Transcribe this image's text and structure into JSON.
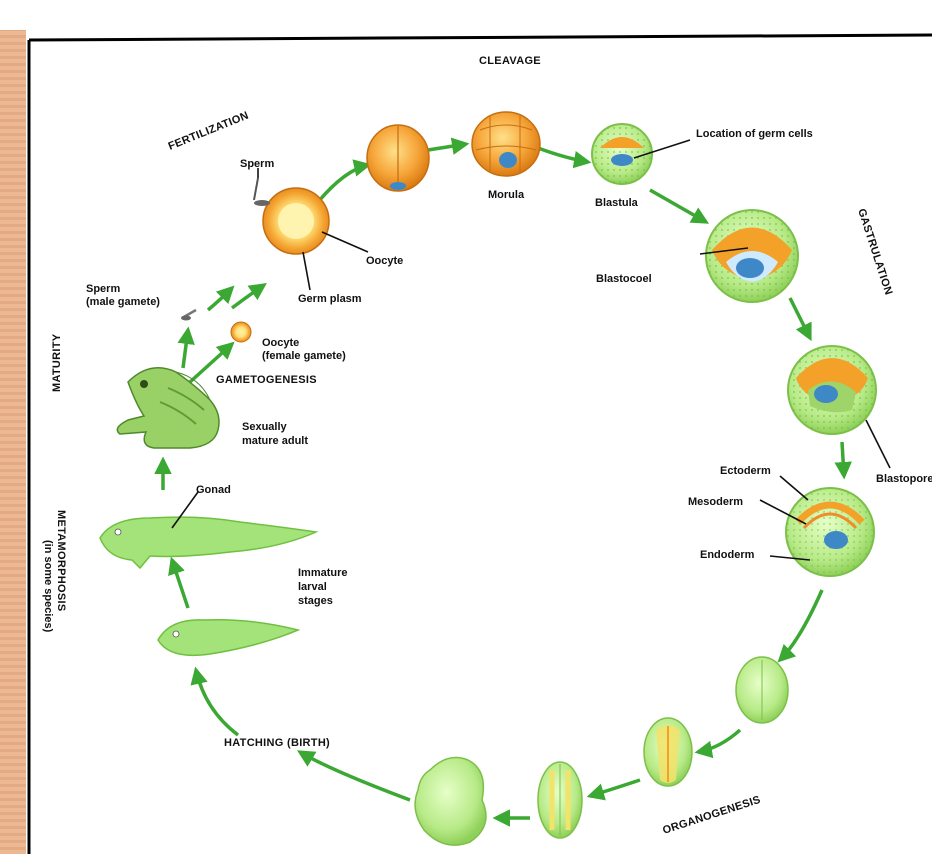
{
  "diagram": {
    "stages": {
      "cleavage": "CLEAVAGE",
      "fertilization": "FERTILIZATION",
      "gastrulation": "GASTRULATION",
      "maturity": "MATURITY",
      "metamorphosis": "METAMORPHOSIS",
      "metamorphosis_note": "(in some species)",
      "gametogenesis": "GAMETOGENESIS",
      "hatching": "HATCHING (BIRTH)",
      "organogenesis": "ORGANOGENESIS"
    },
    "labels": {
      "sperm": "Sperm",
      "oocyte": "Oocyte",
      "germ_plasm": "Germ plasm",
      "morula": "Morula",
      "blastula": "Blastula",
      "germ_cells": "Location of germ cells",
      "blastocoel": "Blastocoel",
      "blastopore": "Blastopore",
      "ectoderm": "Ectoderm",
      "mesoderm": "Mesoderm",
      "endoderm": "Endoderm",
      "sperm_male_1": "Sperm",
      "sperm_male_2": "(male gamete)",
      "oocyte_female_1": "Oocyte",
      "oocyte_female_2": "(female gamete)",
      "adult_1": "Sexually",
      "adult_2": "mature adult",
      "gonad": "Gonad",
      "larval_1": "Immature",
      "larval_2": "larval",
      "larval_3": "stages"
    },
    "colors": {
      "arrow": "#3aa832",
      "orange": "#f4a12a",
      "green_embryo": "#b4e884",
      "blue": "#3f88c8"
    }
  }
}
